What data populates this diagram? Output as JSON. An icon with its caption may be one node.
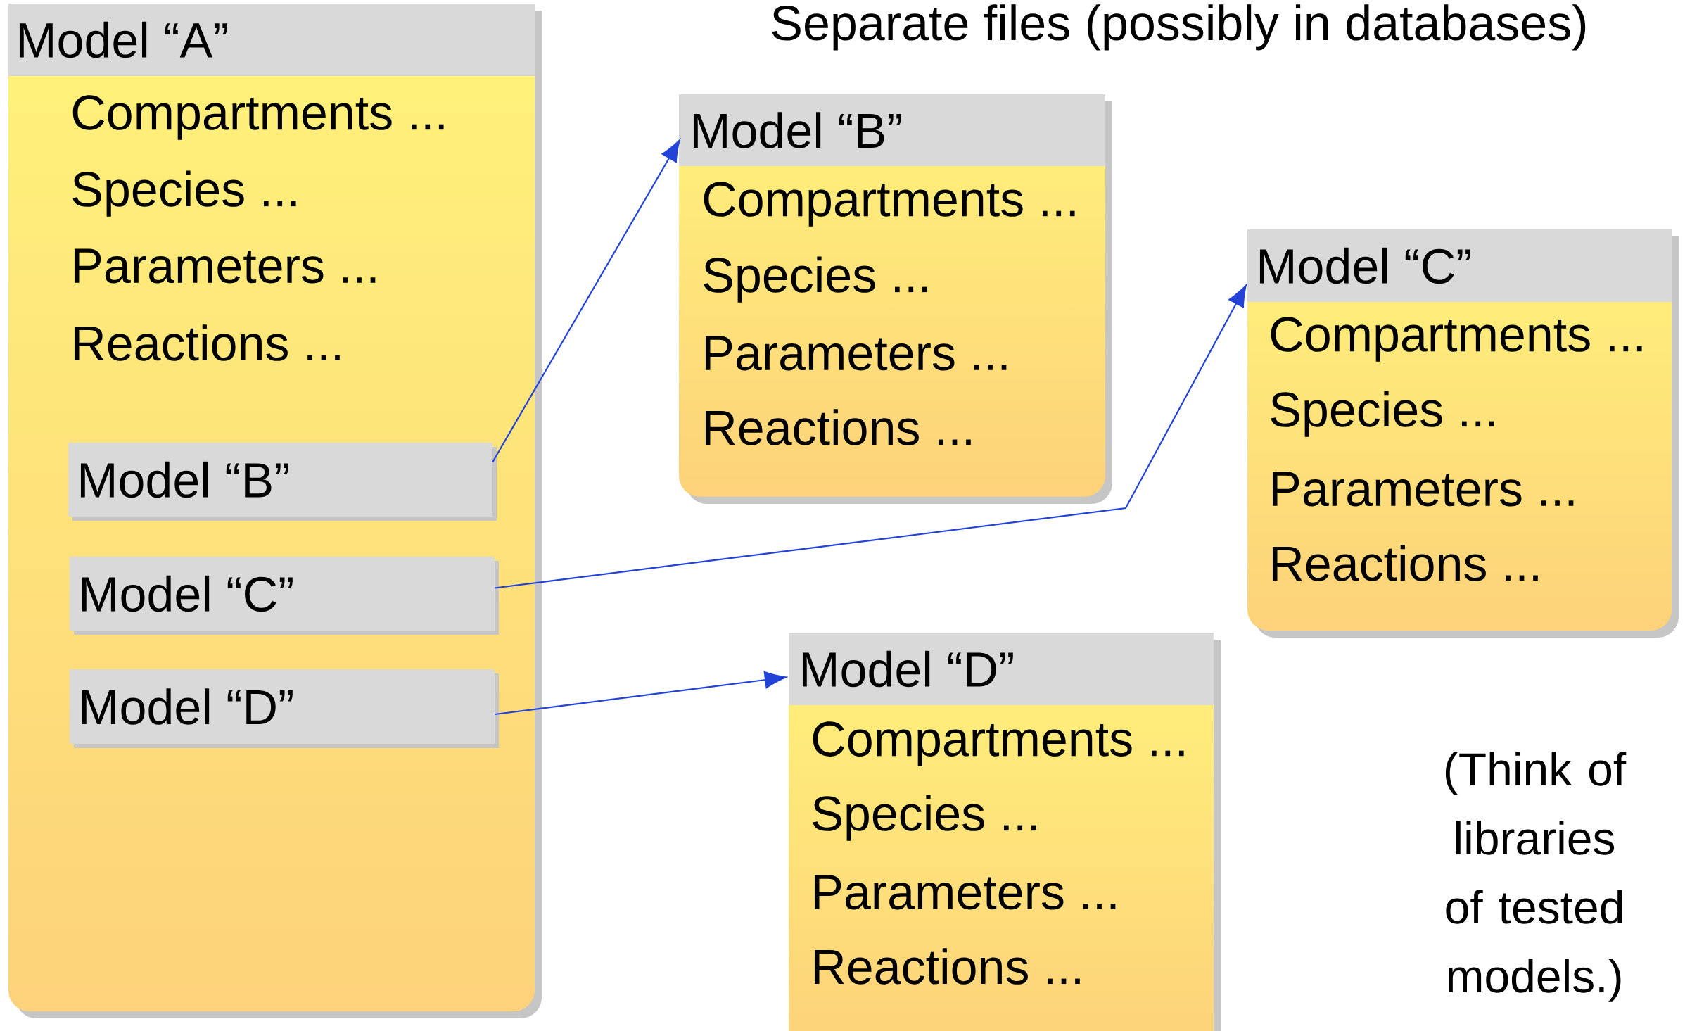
{
  "diagram": {
    "title": "Separate files (possibly in databases)",
    "nodes": [
      {
        "text": [
          "Model “A”",
          "Compartments ...",
          "Species ...",
          "Parameters ...",
          "Reactions ..."
        ]
      },
      {
        "text": [
          "Model “B”"
        ],
        "in": 0
      },
      {
        "text": [
          "Model “C”"
        ],
        "in": 0
      },
      {
        "text": [
          "Model “D”"
        ],
        "in": 0
      },
      {
        "text": [
          "Model “B”",
          "Compartments ...",
          "Species ...",
          "Parameters ...",
          "Reactions ..."
        ]
      },
      {
        "text": [
          "Model “C”",
          "Compartments ...",
          "Species ...",
          "Parameters ...",
          "Reactions ..."
        ]
      },
      {
        "text": [
          "Model “D”",
          "Compartments ...",
          "Species ...",
          "Parameters ...",
          "Reactions ..."
        ]
      }
    ],
    "edges": [
      {
        "from": 1,
        "to": 4,
        "arrow": "to"
      },
      {
        "from": 2,
        "to": 5,
        "arrow": "to"
      },
      {
        "from": 3,
        "to": 6,
        "arrow": "to"
      }
    ],
    "labels": [
      "(Think of libraries of tested models.)"
    ]
  }
}
